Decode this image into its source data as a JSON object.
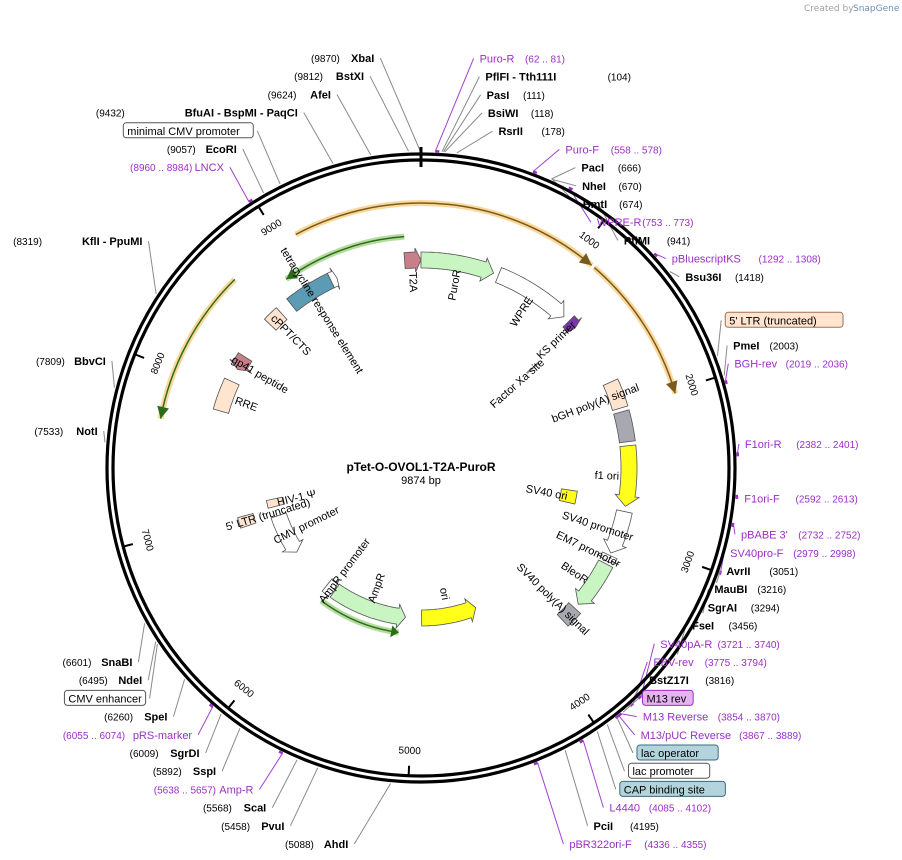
{
  "credit": {
    "prefix": "Created by",
    "brand": "SnapGene"
  },
  "plasmid": {
    "name": "pTet-O-OVOL1-T2A-PuroR",
    "size_label": "9874 bp",
    "length": 9874
  },
  "ticks": [
    {
      "pos": 1000,
      "label": "1000"
    },
    {
      "pos": 2000,
      "label": "2000"
    },
    {
      "pos": 3000,
      "label": "3000"
    },
    {
      "pos": 4000,
      "label": "4000"
    },
    {
      "pos": 5000,
      "label": "5000"
    },
    {
      "pos": 6000,
      "label": "6000"
    },
    {
      "pos": 7000,
      "label": "7000"
    },
    {
      "pos": 8000,
      "label": "8000"
    },
    {
      "pos": 9000,
      "label": "9000"
    }
  ],
  "labels": [
    {
      "kind": "enzyme",
      "name": "XbaI",
      "pos": "(9870)",
      "at": 9870
    },
    {
      "kind": "enzyme",
      "name": "BstXI",
      "pos": "(9812)",
      "at": 9812
    },
    {
      "kind": "enzyme",
      "name": "AfeI",
      "pos": "(9624)",
      "at": 9624
    },
    {
      "kind": "enzyme",
      "name": "BfuAI  -  BspMI  -  PaqCI",
      "pos": "(9432)",
      "at": 9432
    },
    {
      "kind": "enzyme",
      "name": "EcoRI",
      "pos": "(9057)",
      "at": 9057
    },
    {
      "kind": "primer",
      "name": "LNCX",
      "pos": "(8960 .. 8984)",
      "at": 8972
    },
    {
      "kind": "box",
      "name": "minimal CMV promoter",
      "style": "white",
      "at": 9150
    },
    {
      "kind": "enzyme",
      "name": "KflI  -  PpuMI",
      "pos": "(8319)",
      "at": 8319
    },
    {
      "kind": "enzyme",
      "name": "BbvCI",
      "pos": "(7809)",
      "at": 7809
    },
    {
      "kind": "enzyme",
      "name": "NotI",
      "pos": "(7533)",
      "at": 7533
    },
    {
      "kind": "enzyme",
      "name": "SnaBI",
      "pos": "(6601)",
      "at": 6601
    },
    {
      "kind": "enzyme",
      "name": "NdeI",
      "pos": "(6495)",
      "at": 6495
    },
    {
      "kind": "box",
      "name": "CMV enhancer",
      "style": "white",
      "at": 6480
    },
    {
      "kind": "enzyme",
      "name": "SpeI",
      "pos": "(6260)",
      "at": 6260
    },
    {
      "kind": "primer",
      "name": "pRS-marker",
      "pos": "(6055 .. 6074)",
      "at": 6064
    },
    {
      "kind": "enzyme",
      "name": "SgrDI",
      "pos": "(6009)",
      "at": 6009
    },
    {
      "kind": "enzyme",
      "name": "SspI",
      "pos": "(5892)",
      "at": 5892
    },
    {
      "kind": "primer",
      "name": "Amp-R",
      "pos": "(5638 .. 5657)",
      "at": 5647
    },
    {
      "kind": "enzyme",
      "name": "ScaI",
      "pos": "(5568)",
      "at": 5568
    },
    {
      "kind": "enzyme",
      "name": "PvuI",
      "pos": "(5458)",
      "at": 5458
    },
    {
      "kind": "enzyme",
      "name": "AhdI",
      "pos": "(5088)",
      "at": 5088
    },
    {
      "kind": "primer",
      "name": "Puro-R",
      "pos": "(62 .. 81)",
      "at": 71
    },
    {
      "kind": "enzyme",
      "name": "PflFI  -  Tth111I",
      "pos": "(104)",
      "at": 104
    },
    {
      "kind": "enzyme",
      "name": "PasI",
      "pos": "(111)",
      "at": 111
    },
    {
      "kind": "enzyme",
      "name": "BsiWI",
      "pos": "(118)",
      "at": 118
    },
    {
      "kind": "enzyme",
      "name": "RsrII",
      "pos": "(178)",
      "at": 178
    },
    {
      "kind": "primer",
      "name": "Puro-F",
      "pos": "(558 .. 578)",
      "at": 568
    },
    {
      "kind": "enzyme",
      "name": "PacI",
      "pos": "(666)",
      "at": 666
    },
    {
      "kind": "enzyme",
      "name": "NheI",
      "pos": "(670)",
      "at": 670
    },
    {
      "kind": "enzyme",
      "name": "BmtI",
      "pos": "(674)",
      "at": 674
    },
    {
      "kind": "primer",
      "name": "WPRE-R",
      "pos": "(753 .. 773)",
      "at": 763
    },
    {
      "kind": "enzyme",
      "name": "PflMI",
      "pos": "(941)",
      "at": 941
    },
    {
      "kind": "primer",
      "name": "pBluescriptKS",
      "pos": "(1292 .. 1308)",
      "at": 1300
    },
    {
      "kind": "enzyme",
      "name": "Bsu36I",
      "pos": "(1418)",
      "at": 1418
    },
    {
      "kind": "box",
      "name": "5' LTR (truncated)",
      "style": "peach",
      "at": 1900
    },
    {
      "kind": "enzyme",
      "name": "PmeI",
      "pos": "(2003)",
      "at": 2003
    },
    {
      "kind": "primer",
      "name": "BGH-rev",
      "pos": "(2019 .. 2036)",
      "at": 2027
    },
    {
      "kind": "primer",
      "name": "F1ori-R",
      "pos": "(2382 .. 2401)",
      "at": 2391
    },
    {
      "kind": "primer",
      "name": "F1ori-F",
      "pos": "(2592 .. 2613)",
      "at": 2602
    },
    {
      "kind": "primer",
      "name": "pBABE 3'",
      "pos": "(2732 .. 2752)",
      "at": 2742
    },
    {
      "kind": "primer",
      "name": "SV40pro-F",
      "pos": "(2979 .. 2998)",
      "at": 2988
    },
    {
      "kind": "enzyme",
      "name": "AvrII",
      "pos": "(3051)",
      "at": 3051
    },
    {
      "kind": "enzyme",
      "name": "MauBI",
      "pos": "(3216)",
      "at": 3216
    },
    {
      "kind": "enzyme",
      "name": "SgrAI",
      "pos": "(3294)",
      "at": 3294
    },
    {
      "kind": "enzyme",
      "name": "FseI",
      "pos": "(3456)",
      "at": 3456
    },
    {
      "kind": "primer",
      "name": "SV40pA-R",
      "pos": "(3721 .. 3740)",
      "at": 3730
    },
    {
      "kind": "primer",
      "name": "EBV-rev",
      "pos": "(3775 .. 3794)",
      "at": 3784
    },
    {
      "kind": "enzyme",
      "name": "BstZ17I",
      "pos": "(3816)",
      "at": 3816
    },
    {
      "kind": "box",
      "name": "M13 rev",
      "style": "purple",
      "at": 3850
    },
    {
      "kind": "primer",
      "name": "M13 Reverse",
      "pos": "(3854 .. 3870)",
      "at": 3862
    },
    {
      "kind": "box",
      "name": "lac operator",
      "style": "blue",
      "at": 3890
    },
    {
      "kind": "primer",
      "name": "M13/pUC Reverse",
      "pos": "(3867 .. 3889)",
      "at": 3878
    },
    {
      "kind": "box",
      "name": "lac promoter",
      "style": "white",
      "at": 3950
    },
    {
      "kind": "box",
      "name": "CAP binding site",
      "style": "blue",
      "at": 4010
    },
    {
      "kind": "primer",
      "name": "L4440",
      "pos": "(4085 .. 4102)",
      "at": 4093
    },
    {
      "kind": "enzyme",
      "name": "PciI",
      "pos": "(4195)",
      "at": 4195
    },
    {
      "kind": "primer",
      "name": "pBR322ori-F",
      "pos": "(4336 .. 4355)",
      "at": 4345
    }
  ],
  "features": [
    {
      "name": "T2A",
      "label": "T2A",
      "shape": "arrow",
      "start": 9750,
      "end": 9874,
      "dir": 1,
      "color": "#c7808a",
      "ring": "inner"
    },
    {
      "name": "puror",
      "label": "PuroR",
      "shape": "arrow",
      "start": 0,
      "end": 560,
      "dir": 1,
      "color": "#c8f5c2",
      "ring": "inner"
    },
    {
      "name": "wpre",
      "label": "WPRE",
      "shape": "arrow",
      "start": 600,
      "end": 1190,
      "dir": 1,
      "color": "#ffffff",
      "ring": "inner"
    },
    {
      "name": "ks-primer",
      "label": "KS primer",
      "shape": "arrow",
      "start": 1240,
      "end": 1310,
      "dir": 1,
      "color": "#7a38a8",
      "ring": "inner"
    },
    {
      "name": "factor-xa-site",
      "label": "Factor Xa site",
      "shape": "line",
      "start": 1320,
      "end": 1340,
      "dir": 0,
      "color": "#888888",
      "ring": "mid"
    },
    {
      "name": "bgh-polya",
      "label": "bGH poly(A) signal",
      "shape": "box",
      "start": 1800,
      "end": 2010,
      "dir": 0,
      "color": "#ffe4cf",
      "ring": "inner"
    },
    {
      "name": "5-ltr-box",
      "label": "",
      "shape": "box",
      "start": 2040,
      "end": 2270,
      "dir": 0,
      "color": "#a8a8b0",
      "ring": "inner"
    },
    {
      "name": "f1-ori",
      "label": "f1 ori",
      "shape": "arrow",
      "start": 2300,
      "end": 2760,
      "dir": 1,
      "color": "#ffff1a",
      "ring": "inner"
    },
    {
      "name": "sv40-promoter",
      "label": "SV40 promoter",
      "shape": "arrow",
      "start": 2800,
      "end": 3130,
      "dir": 1,
      "color": "#ffffff",
      "ring": "inner"
    },
    {
      "name": "em7-promoter",
      "label": "EM7 promoter",
      "shape": "arrow",
      "start": 3150,
      "end": 3200,
      "dir": 1,
      "color": "#ffffff",
      "ring": "inner"
    },
    {
      "name": "bleor",
      "label": "BleoR",
      "shape": "arrow",
      "start": 3220,
      "end": 3590,
      "dir": 1,
      "color": "#c8f5c2",
      "ring": "inner"
    },
    {
      "name": "sv40-polya",
      "label": "SV40 poly(A) signal",
      "shape": "box",
      "start": 3630,
      "end": 3760,
      "dir": 0,
      "color": "#a8a8b0",
      "ring": "inner"
    },
    {
      "name": "sv40-ori",
      "label": "SV40 ori",
      "shape": "box",
      "start": 2700,
      "end": 2830,
      "dir": 0,
      "color": "#ffff1a",
      "ring": "mid"
    },
    {
      "name": "ori",
      "label": "ori",
      "shape": "arrow",
      "start": 4350,
      "end": 4930,
      "dir": -1,
      "color": "#ffff1a",
      "ring": "mid"
    },
    {
      "name": "ampr",
      "label": "AmpR",
      "shape": "arrow",
      "start": 5100,
      "end": 5900,
      "dir": -1,
      "color": "#c8f5c2",
      "ring": "mid"
    },
    {
      "name": "ampr-promoter",
      "label": "AmpR promoter",
      "shape": "arrow",
      "start": 5900,
      "end": 6000,
      "dir": -1,
      "color": "#ffffff",
      "ring": "mid"
    },
    {
      "name": "cmv-promoter",
      "label": "CMV promoter",
      "shape": "arrow",
      "start": 6470,
      "end": 6900,
      "dir": -1,
      "color": "#ffffff",
      "ring": "mid"
    },
    {
      "name": "hiv1-psi",
      "label": "HIV-1 Ψ",
      "shape": "box",
      "start": 7000,
      "end": 7080,
      "dir": 0,
      "color": "#ffe4cf",
      "ring": "mid"
    },
    {
      "name": "5-ltr-truncated",
      "label": "5' LTR (truncated)",
      "shape": "box",
      "start": 6900,
      "end": 6990,
      "dir": 0,
      "color": "#ffe4cf",
      "ring": "mid2"
    },
    {
      "name": "rre",
      "label": "RRE",
      "shape": "box",
      "start": 7840,
      "end": 8080,
      "dir": 0,
      "color": "#ffe4cf",
      "ring": "inner"
    },
    {
      "name": "gp41-peptide",
      "label": "gp41 peptide",
      "shape": "arrow",
      "start": 8180,
      "end": 8290,
      "dir": -1,
      "color": "#c7808a",
      "ring": "inner"
    },
    {
      "name": "cppt-cts",
      "label": "cPPT/CTS",
      "shape": "box",
      "start": 8600,
      "end": 8720,
      "dir": 0,
      "color": "#ffe4cf",
      "ring": "inner"
    },
    {
      "name": "tetracycline-response-element",
      "label": "tetracycline response element",
      "shape": "box",
      "start": 8820,
      "end": 9170,
      "dir": 0,
      "color": "#5b9bb3",
      "ring": "inner"
    },
    {
      "name": "tre-arrow",
      "label": "",
      "shape": "arrow",
      "start": 9170,
      "end": 9220,
      "dir": 1,
      "color": "#ffffff",
      "ring": "inner"
    }
  ],
  "orfs": [
    {
      "name": "orf-outer-1",
      "start": 9100,
      "end": 1100,
      "dir": 1,
      "r": 265,
      "color": "#f5b84a"
    },
    {
      "name": "orf-outer-2",
      "start": 1120,
      "end": 2020,
      "dir": 1,
      "r": 265,
      "color": "#f5b84a"
    },
    {
      "name": "orf-outer-3",
      "start": 7700,
      "end": 8650,
      "dir": -1,
      "r": 265,
      "color": "#f5b84a"
    },
    {
      "name": "orf-inner-green",
      "start": 8900,
      "end": 9760,
      "dir": -1,
      "r": 232,
      "color": "#78c050"
    },
    {
      "name": "orf-ampr-green",
      "start": 5150,
      "end": 5950,
      "dir": -1,
      "r": 166,
      "color": "#78c050"
    }
  ]
}
